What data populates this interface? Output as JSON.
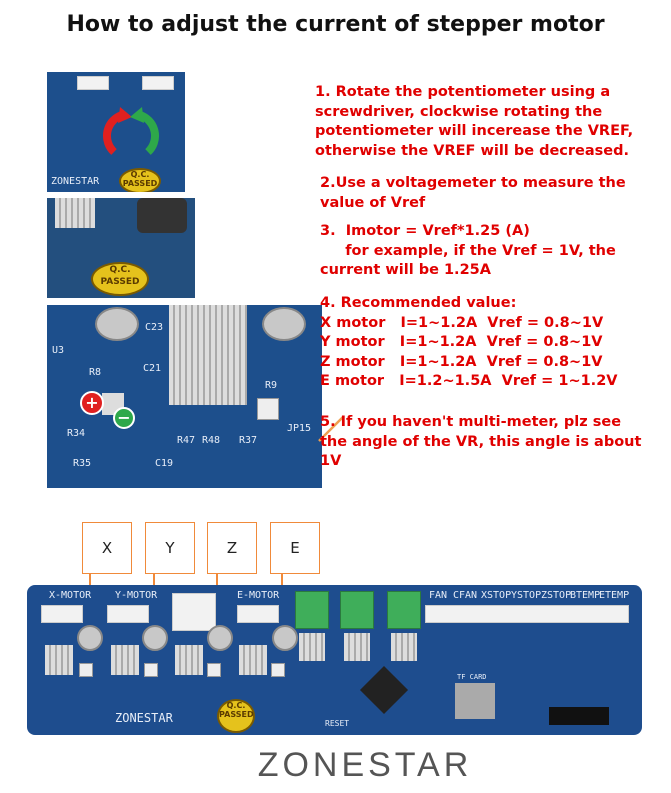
{
  "title": "How to adjust the current of stepper motor",
  "photos": {
    "photo1": {
      "pcb_label": "ZONESTAR",
      "qc": "Q.C. PASSED"
    },
    "photo2": {
      "qc": "Q.C. PASSED"
    },
    "photo3": {
      "labels": [
        "R8",
        "C23",
        "C21",
        "R34",
        "R35",
        "C19",
        "R47",
        "R48",
        "R37",
        "R9",
        "JP15",
        "U3"
      ],
      "plus": "+",
      "minus": "−"
    }
  },
  "steps": [
    "1. Rotate the potentiometer using a\nscrewdriver, clockwise rotating the\npotentiometer will incerease the VREF,\notherwise the VREF will be decreased.",
    "2.Use a voltagemeter to measure the\nvalue of Vref",
    "3.  Imotor = Vref*1.25 (A)\n     for example, if the Vref = 1V, the\ncurrent will be 1.25A",
    "4. Recommended value:\nX motor   I=1~1.2A  Vref = 0.8~1V\nY motor   I=1~1.2A  Vref = 0.8~1V\nZ motor   I=1~1.2A  Vref = 0.8~1V\nE motor   I=1.2~1.5A  Vref = 1~1.2V",
    "5. If you haven't multi-meter, plz see\nthe angle of the VR, this angle is about\n1V"
  ],
  "axis_labels": [
    "X",
    "Y",
    "Z",
    "E"
  ],
  "board": {
    "connectors": [
      "X-MOTOR",
      "Y-MOTOR",
      "E-MOTOR",
      "FAN",
      "CFAN",
      "XSTOP",
      "YSTOP",
      "ZSTOP",
      "BTEMP",
      "ETEMP"
    ],
    "brand": "ZONESTAR",
    "qc": "Q.C. PASSED",
    "reset": "RESET",
    "sd": "TF CARD"
  },
  "logo": "ZONESTAR",
  "colors": {
    "text_red": "#e00000",
    "pcb_blue": "#1e4d8e",
    "accent_orange": "#f08a3a"
  }
}
